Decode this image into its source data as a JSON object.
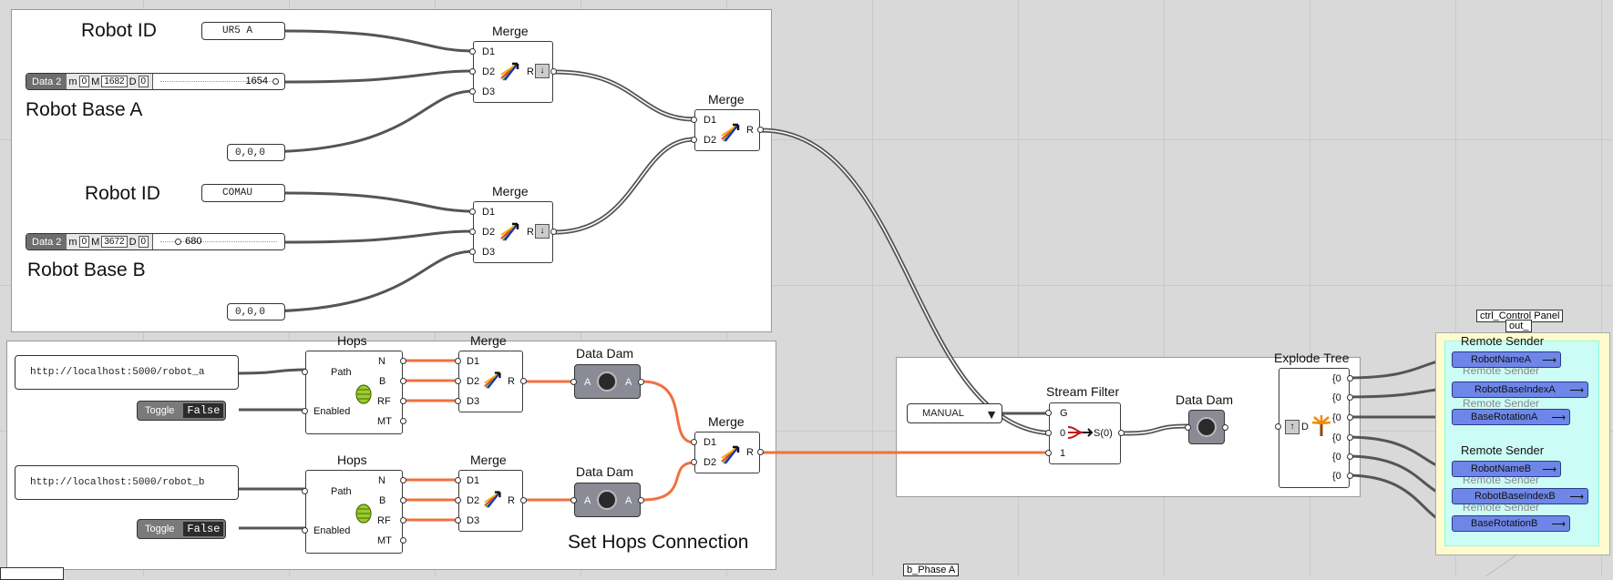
{
  "canvas": {
    "group_top": {
      "robot_id_label_1": "Robot ID",
      "robot_id_value_1": "UR5 A",
      "slider_1": {
        "name": "Data 2",
        "m": "m",
        "m_val": "0",
        "M": "M",
        "M_val": "1682",
        "D": "D",
        "D_val": "0",
        "value": "1654"
      },
      "base_label_1": "Robot Base A",
      "origin_value_1": "0,0,0",
      "robot_id_label_2": "Robot ID",
      "robot_id_value_2": "COMAU",
      "slider_2": {
        "name": "Data 2",
        "m": "m",
        "m_val": "0",
        "M": "M",
        "M_val": "3672",
        "D": "D",
        "D_val": "0",
        "value": "680"
      },
      "base_label_2": "Robot Base B",
      "origin_value_2": "0,0,0"
    },
    "merge": {
      "title": "Merge",
      "d1": "D1",
      "d2": "D2",
      "d3": "D3",
      "r": "R"
    },
    "hops_group": {
      "url_a": "http://localhost:5000/robot_a",
      "url_b": "http://localhost:5000/robot_b",
      "toggle_label": "Toggle",
      "toggle_value": "False",
      "hops_title": "Hops",
      "path": "Path",
      "enabled": "Enabled",
      "out_n": "N",
      "out_b": "B",
      "out_rf": "RF",
      "out_mt": "MT",
      "data_dam_title": "Data Dam",
      "dam_a": "A",
      "group_label": "Set Hops Connection"
    },
    "filter_group": {
      "manual_value": "MANUAL",
      "stream_filter_title": "Stream Filter",
      "in_g": "G",
      "in_0": "0",
      "in_1": "1",
      "out_s": "S(0)",
      "data_dam_title": "Data Dam",
      "explode_title": "Explode Tree",
      "explode_in": "D",
      "explode_outs": [
        "{0",
        "{0",
        "{0",
        "{0",
        "{0",
        "{0"
      ]
    },
    "control_panel": {
      "tag": "ctrl_Control Panel",
      "out_tag": "out_",
      "sender_group_a": "Remote Sender",
      "sender_group_b": "Remote Sender",
      "ghost_a": "Remote Sender",
      "ghost_b": "Remote Sender",
      "ghost_c": "Remote Sender",
      "ghost_d": "Remote Sender",
      "senders": [
        "RobotNameA",
        "RobotBaseIndexA",
        "BaseRotationA",
        "RobotNameB",
        "RobotBaseIndexB",
        "BaseRotationB"
      ],
      "arrow": "⟶"
    },
    "phase_tag": "b_Phase A"
  },
  "colors": {
    "wire_gray": "#555555",
    "wire_orange": "#f07040",
    "panel_yellow": "#fffbcc",
    "panel_cyan": "#ccfcf6",
    "sender_blue": "#6e86e8"
  }
}
